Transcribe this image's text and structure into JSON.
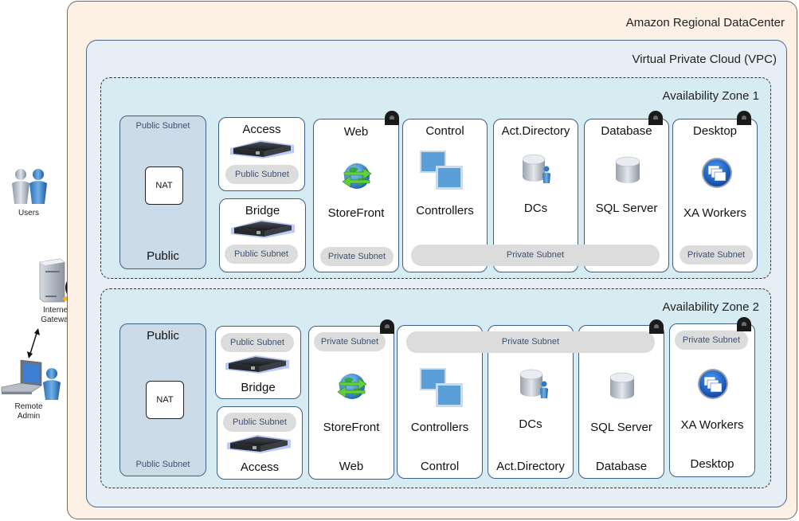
{
  "diagram": {
    "region_title": "Amazon Regional DataCenter",
    "vpc_title": "Virtual Private Cloud (VPC)",
    "external": {
      "users": "Users",
      "gateway_line1": "Internet",
      "gateway_line2": "Gateway",
      "admin_line1": "Remote",
      "admin_line2": "Admin"
    },
    "zones": [
      {
        "title": "Availability Zone 1",
        "public": {
          "title": "Public",
          "subnet": "Public Subnet",
          "nat": "NAT"
        },
        "access": {
          "title": "Access",
          "subnet": "Public Subnet"
        },
        "bridge": {
          "title": "Bridge",
          "subnet": "Public Subnet"
        },
        "web": {
          "title": "Web",
          "label": "StoreFront",
          "subnet": "Private Subnet"
        },
        "control": {
          "title": "Control",
          "label": "Controllers"
        },
        "ad": {
          "title": "Act.Directory",
          "label": "DCs"
        },
        "database": {
          "title": "Database",
          "label": "SQL Server"
        },
        "desktop": {
          "title": "Desktop",
          "label": "XA Workers",
          "subnet": "Private Subnet"
        },
        "shared_subnet": "Private Subnet"
      },
      {
        "title": "Availability Zone 2",
        "public": {
          "title": "Public",
          "subnet": "Public Subnet",
          "nat": "NAT"
        },
        "access": {
          "title": "Access",
          "subnet": "Public Subnet"
        },
        "bridge": {
          "title": "Bridge",
          "subnet": "Public Subnet"
        },
        "web": {
          "title": "Web",
          "label": "StoreFront",
          "subnet": "Private Subnet"
        },
        "control": {
          "title": "Control",
          "label": "Controllers"
        },
        "ad": {
          "title": "Act.Directory",
          "label": "DCs"
        },
        "database": {
          "title": "Database",
          "label": "SQL Server"
        },
        "desktop": {
          "title": "Desktop",
          "label": "XA Workers",
          "subnet": "Private Subnet"
        },
        "shared_subnet": "Private Subnet"
      }
    ]
  }
}
